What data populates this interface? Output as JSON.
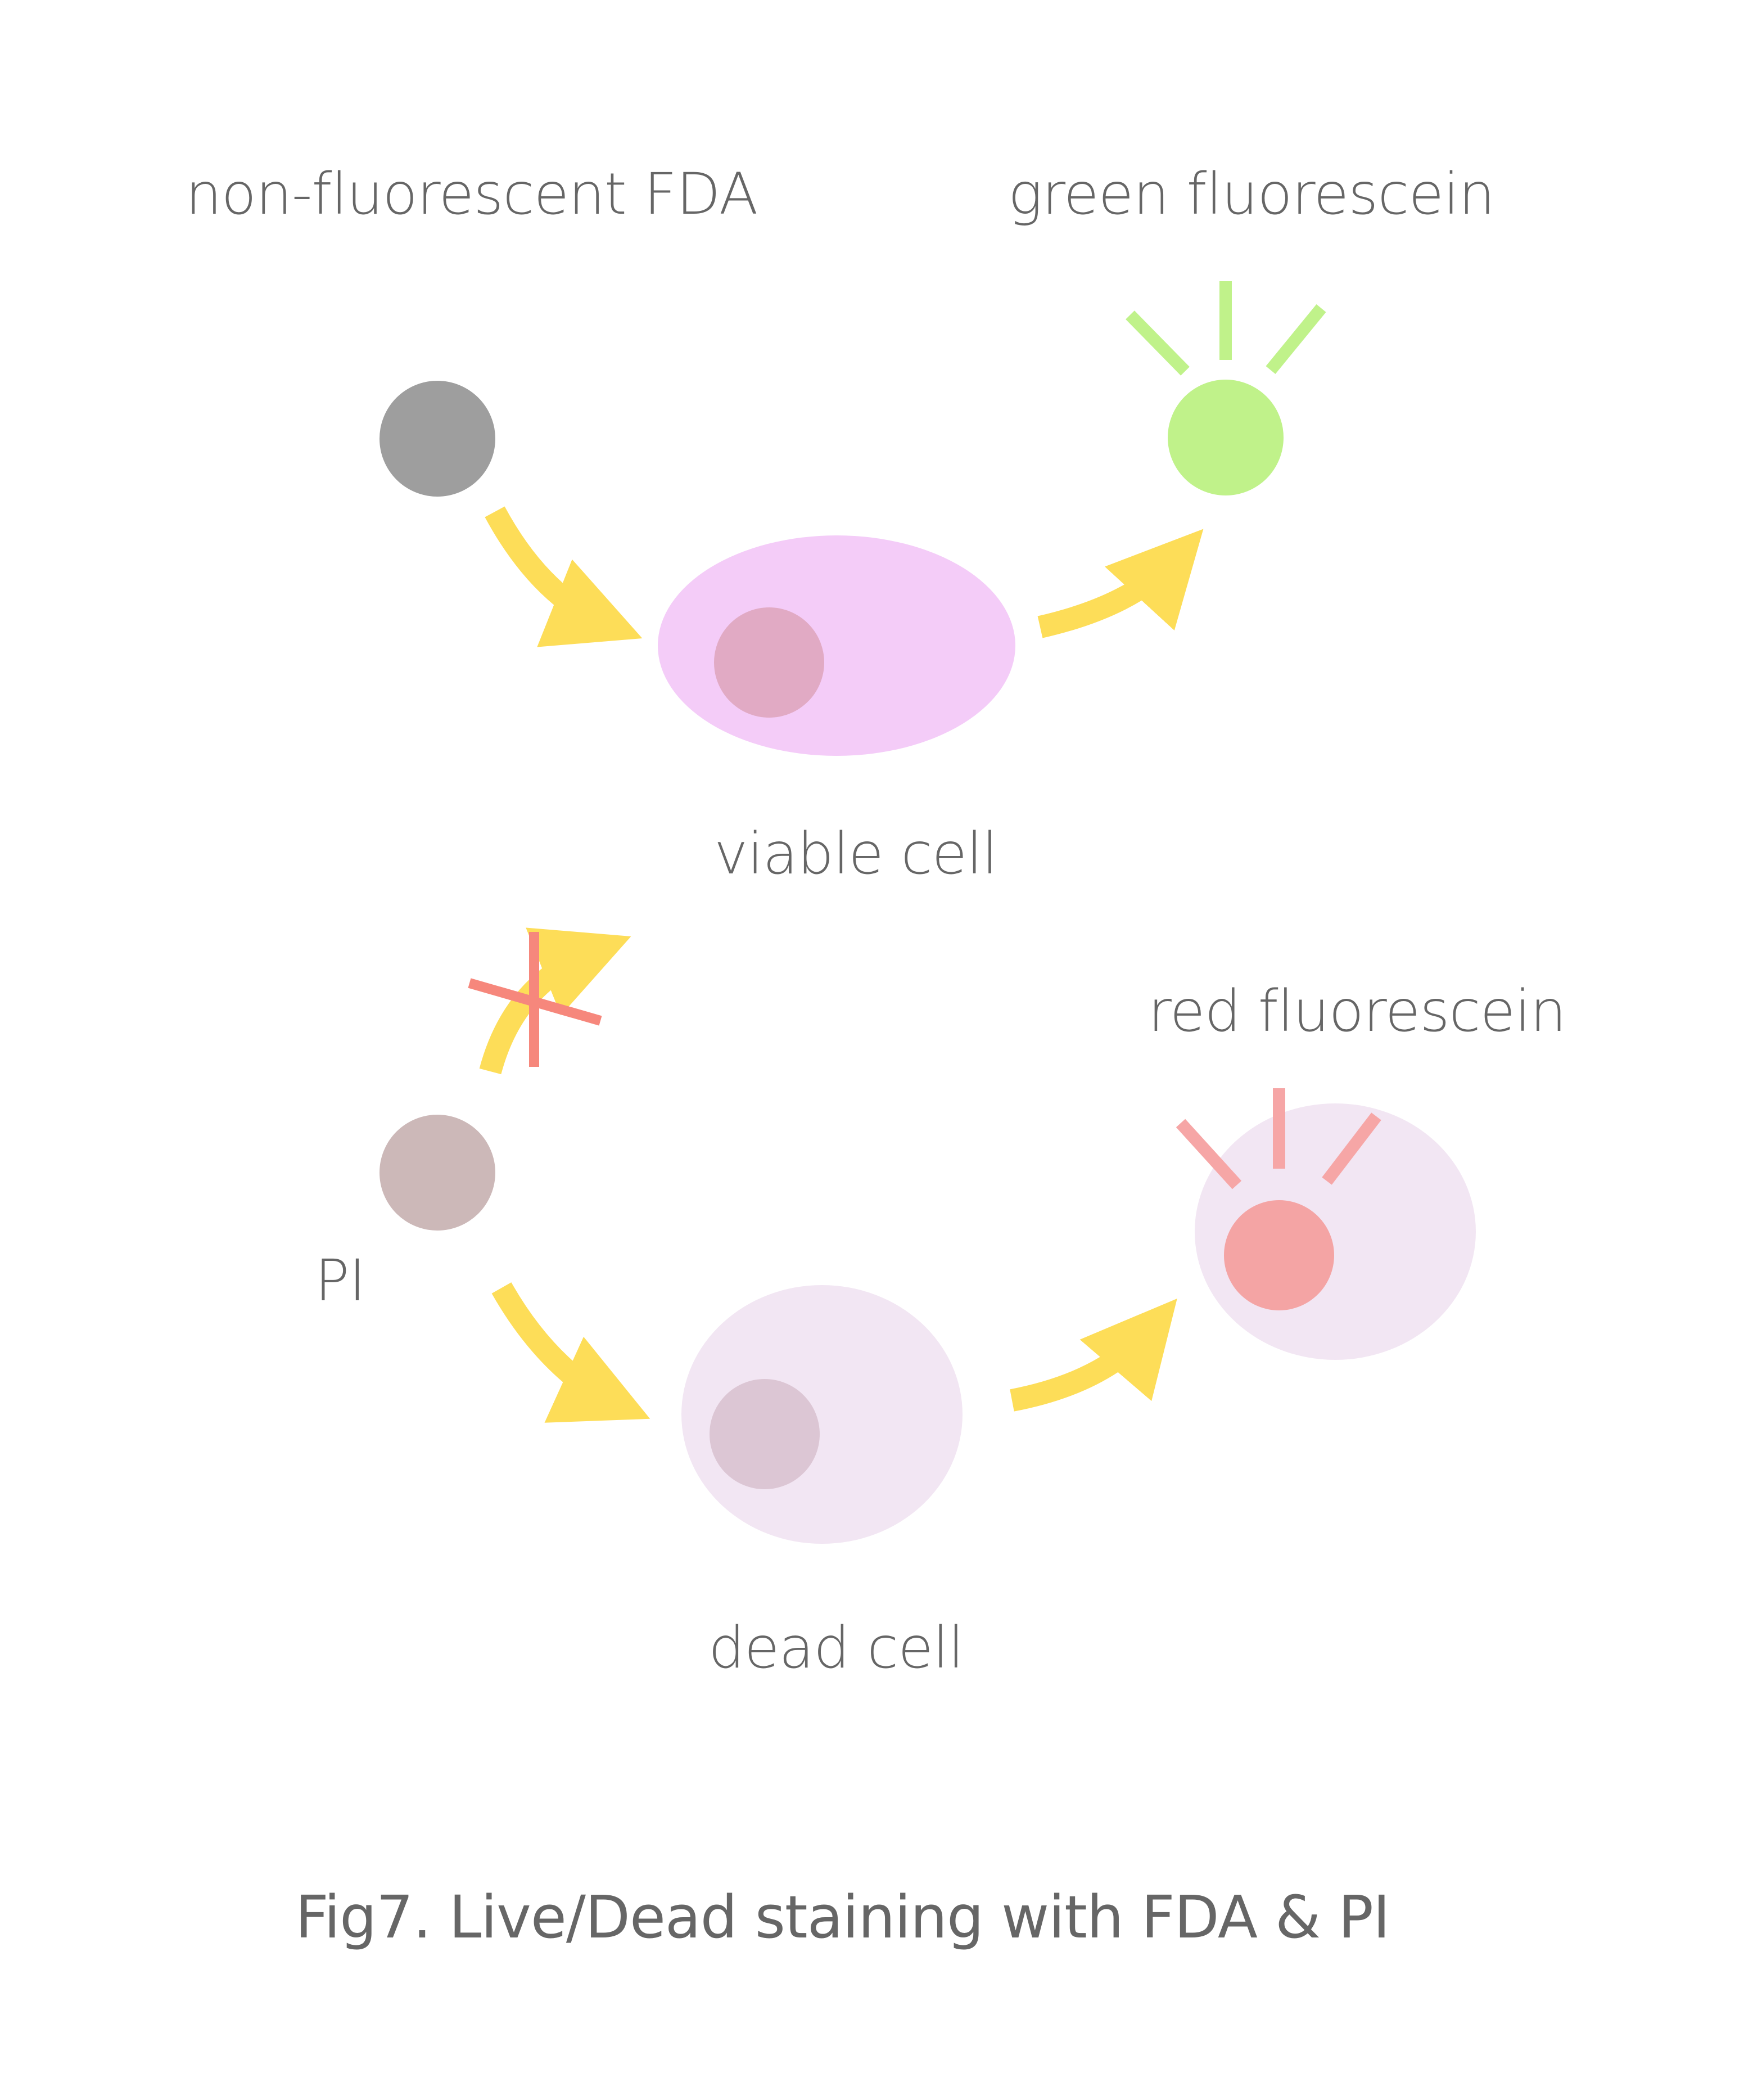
{
  "labels": {
    "fda": "non-fluorescent FDA",
    "green": "green fluorescein",
    "viable": "viable cell",
    "red": "red fluorescein",
    "pi": "PI",
    "dead": "dead cell"
  },
  "caption": "Fig7. Live/Dead staining with FDA & PI",
  "colors": {
    "text": "#666666",
    "arrow": "#fddd58",
    "fda_dot": "#9e9e9e",
    "green_dot": "#c0f28a",
    "viable_cell": "#f4ccf8",
    "viable_nucleus": "#e1aac4",
    "pi_dot": "#ccb8b8",
    "dead_cell": "#f2e6f3",
    "dead_nucleus": "#dcc6d4",
    "red_dot": "#f4a4a4",
    "red_rays": "#f6a6a6",
    "cross": "#f6877c"
  }
}
